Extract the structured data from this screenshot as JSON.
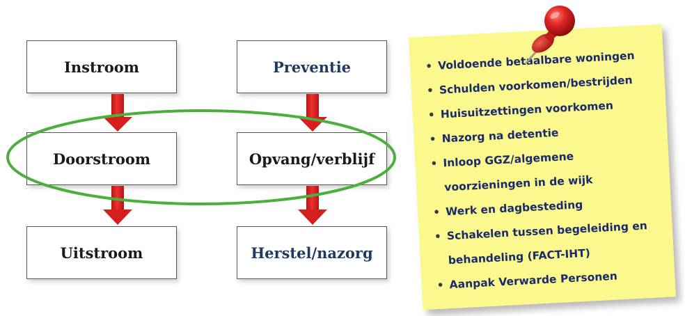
{
  "flow": {
    "instroom": "Instroom",
    "preventie": "Preventie",
    "doorstroom": "Doorstroom",
    "opvang": "Opvang/verblijf",
    "uitstroom": "Uitstroom",
    "herstel": "Herstel/nazorg"
  },
  "note": {
    "items": [
      "Voldoende betaalbare woningen",
      "Schulden voorkomen/bestrijden",
      "Huisuitzettingen voorkomen",
      "Nazorg na detentie",
      "Inloop GGZ/algemene",
      "voorzieningen in de wijk",
      "Werk en dagbesteding",
      "Schakelen tussen begeleiding en",
      "behandeling (FACT-IHT)",
      "Aanpak Verwarde Personen"
    ]
  },
  "colors": {
    "arrow": "#e32222",
    "ellipse": "#4caf3d",
    "note": "#fbf88e",
    "pin": "#d81e1e"
  }
}
